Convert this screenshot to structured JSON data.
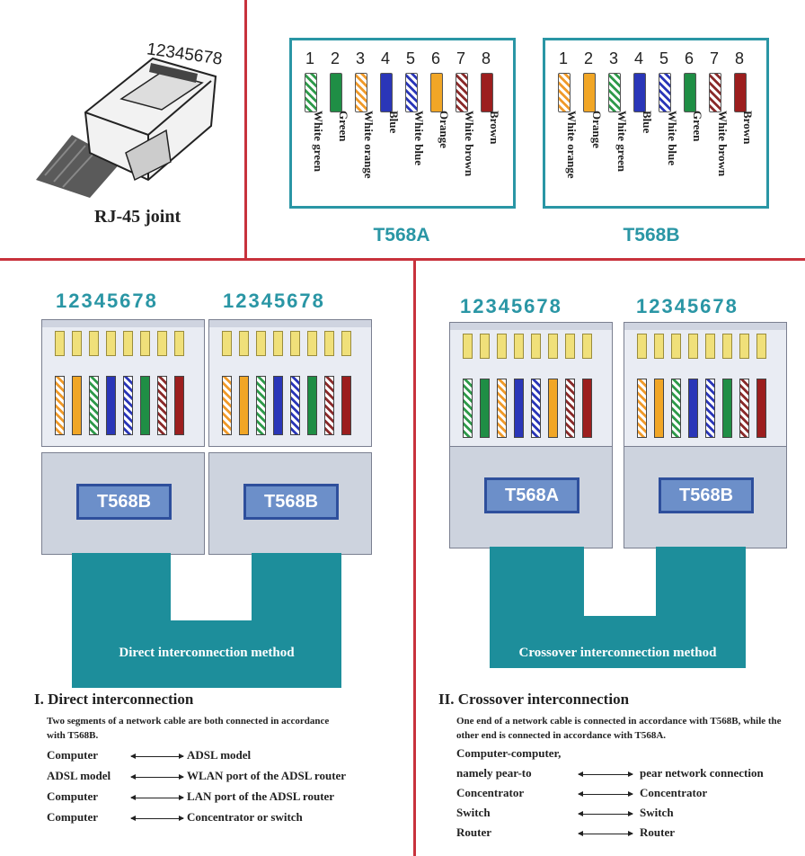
{
  "rj45": {
    "pin_numbers": "12345678",
    "label": "RJ-45 joint"
  },
  "standards": [
    {
      "title": "T568A",
      "pins": [
        "1",
        "2",
        "3",
        "4",
        "5",
        "6",
        "7",
        "8"
      ],
      "wires": [
        {
          "name": "White green",
          "color": "#2e9a4a",
          "striped": true
        },
        {
          "name": "Green",
          "color": "#1f8e45",
          "striped": false
        },
        {
          "name": "White orange",
          "color": "#f09a2a",
          "striped": true
        },
        {
          "name": "Blue",
          "color": "#2a36b8",
          "striped": false
        },
        {
          "name": "White blue",
          "color": "#2a36b8",
          "striped": true
        },
        {
          "name": "Orange",
          "color": "#f1a626",
          "striped": false
        },
        {
          "name": "White brown",
          "color": "#8a2a2a",
          "striped": true
        },
        {
          "name": "Brown",
          "color": "#9c1e1e",
          "striped": false
        }
      ]
    },
    {
      "title": "T568B",
      "pins": [
        "1",
        "2",
        "3",
        "4",
        "5",
        "6",
        "7",
        "8"
      ],
      "wires": [
        {
          "name": "White orange",
          "color": "#f09a2a",
          "striped": true
        },
        {
          "name": "Orange",
          "color": "#f1a626",
          "striped": false
        },
        {
          "name": "White green",
          "color": "#2e9a4a",
          "striped": true
        },
        {
          "name": "Blue",
          "color": "#2a36b8",
          "striped": false
        },
        {
          "name": "White blue",
          "color": "#2a36b8",
          "striped": true
        },
        {
          "name": "Green",
          "color": "#1f8e45",
          "striped": false
        },
        {
          "name": "White brown",
          "color": "#8a2a2a",
          "striped": true
        },
        {
          "name": "Brown",
          "color": "#9c1e1e",
          "striped": false
        }
      ]
    }
  ],
  "direct": {
    "pin_numbers": "12345678",
    "plug_left_label": "T568B",
    "plug_right_label": "T568B",
    "caption": "Direct interconnection method",
    "section_title": "I. Direct interconnection",
    "description": "Two segments of a network cable are both connected in accordance with T568B.",
    "pairs": [
      {
        "left": "Computer",
        "right": "ADSL model"
      },
      {
        "left": "ADSL model",
        "right": "WLAN port of the ADSL router"
      },
      {
        "left": "Computer",
        "right": "LAN port of the ADSL router"
      },
      {
        "left": "Computer",
        "right": "Concentrator or switch"
      }
    ]
  },
  "crossover": {
    "pin_numbers": "12345678",
    "plug_left_label": "T568A",
    "plug_right_label": "T568B",
    "caption": "Crossover interconnection method",
    "section_title": "II. Crossover interconnection",
    "description": "One end of a network cable is connected in accordance with T568B, while the other end is connected in accordance with T568A.",
    "pairs": [
      {
        "left": "Computer-computer,",
        "right": ""
      },
      {
        "left": "namely pear-to",
        "right": "pear network connection"
      },
      {
        "left": "Concentrator",
        "right": "Concentrator"
      },
      {
        "left": "Switch",
        "right": "Switch"
      },
      {
        "left": "Router",
        "right": "Router"
      }
    ]
  },
  "colors": {
    "accent": "#2a96a5",
    "divider": "#c8323c",
    "cable": "#1d8e9b",
    "tab": "#2e4f9c"
  }
}
